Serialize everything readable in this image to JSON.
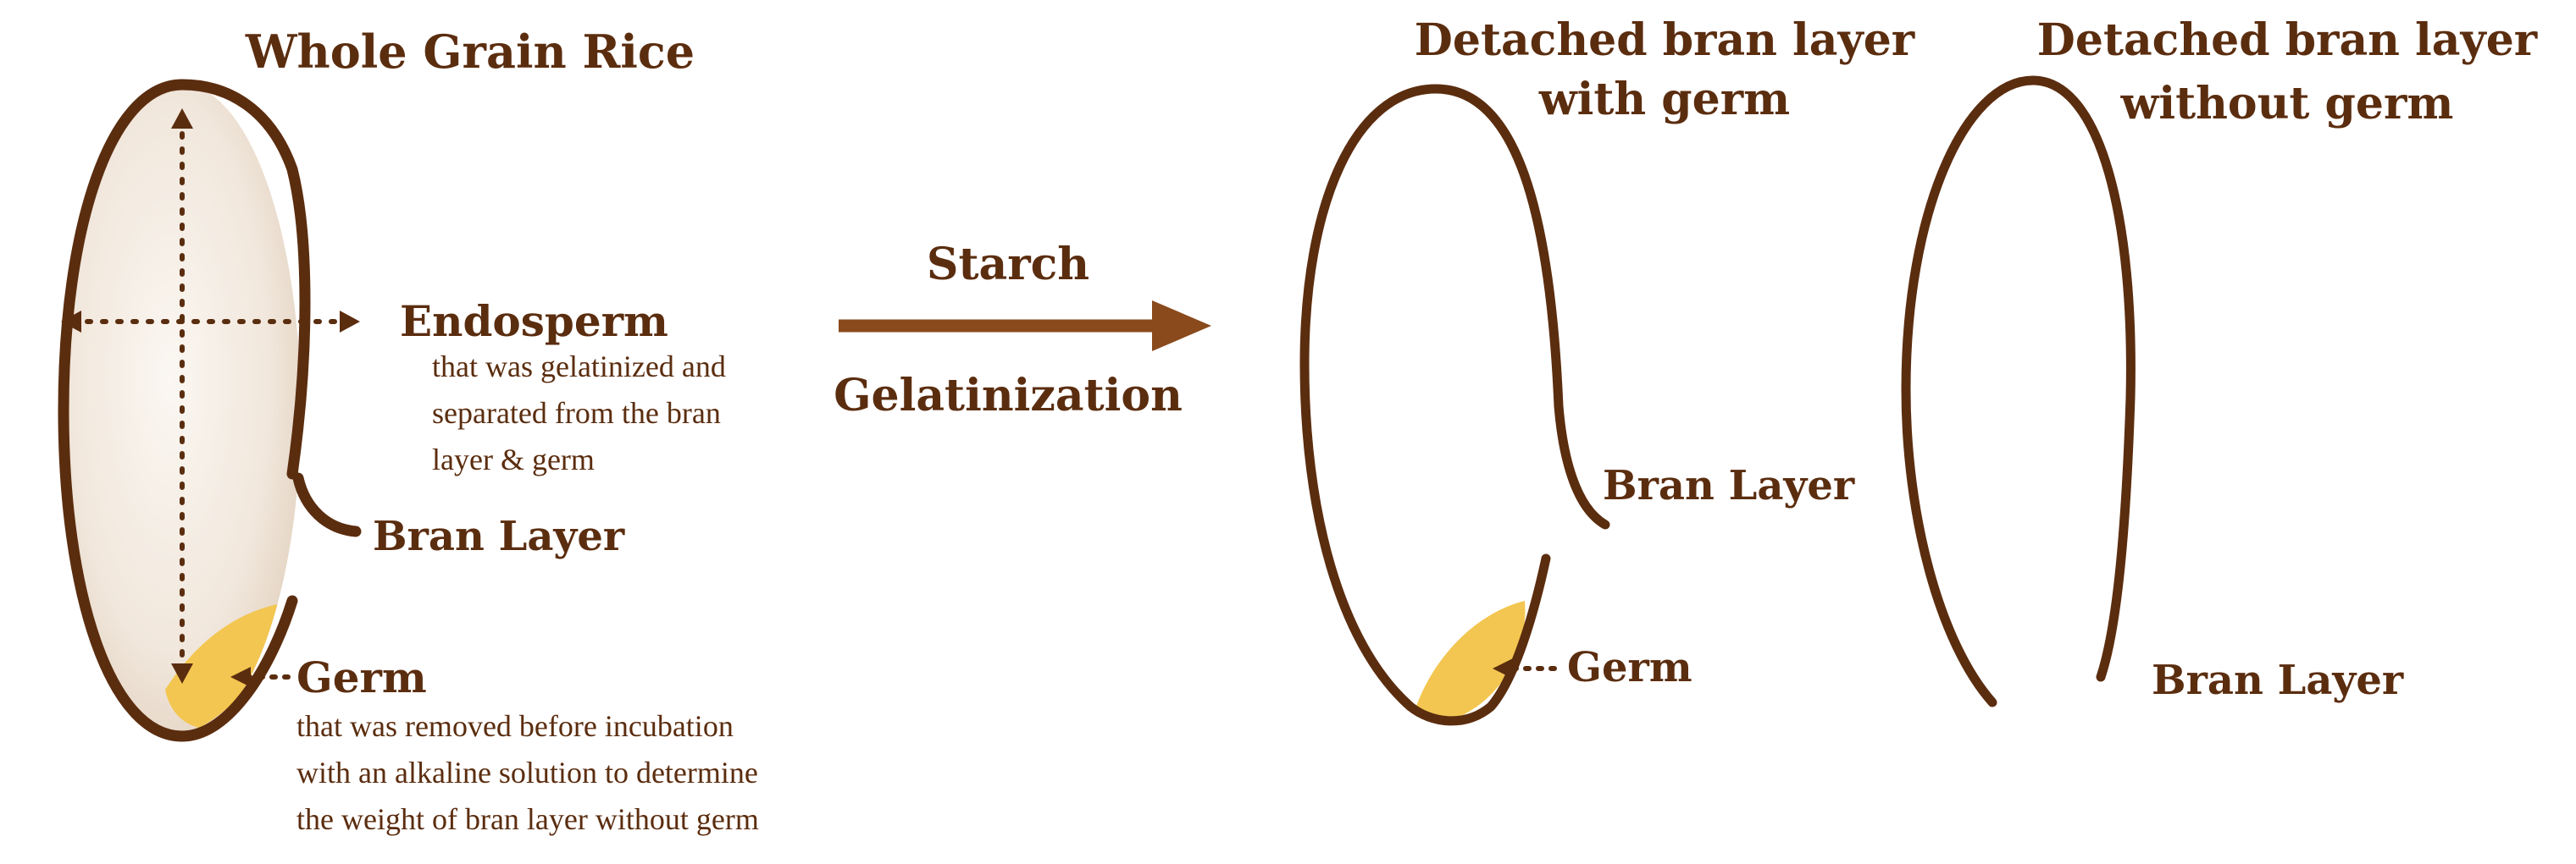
{
  "whole_grain": {
    "title": "Whole Grain Rice",
    "endosperm_label": "Endosperm",
    "endosperm_desc": [
      "that was gelatinized and",
      "separated from the bran",
      "layer & germ"
    ],
    "bran_label": "Bran Layer",
    "germ_label": "Germ",
    "germ_desc": [
      "that was removed before incubation",
      "with an alkaline solution to determine",
      "the weight of bran layer without germ"
    ]
  },
  "process": {
    "line1": "Starch",
    "line2": "Gelatinization"
  },
  "with_germ": {
    "title": [
      "Detached bran layer",
      "with germ"
    ],
    "bran_label": "Bran Layer",
    "germ_label": "Germ"
  },
  "without_germ": {
    "title": [
      "Detached bran layer",
      "without germ"
    ],
    "bran_label": "Bran Layer"
  },
  "colors": {
    "text": "#5b2d0f",
    "bran": "#5b2d0f",
    "germ": "#f3c651",
    "endosperm": "#f1e8df",
    "arrow": "#8a4a1c"
  }
}
